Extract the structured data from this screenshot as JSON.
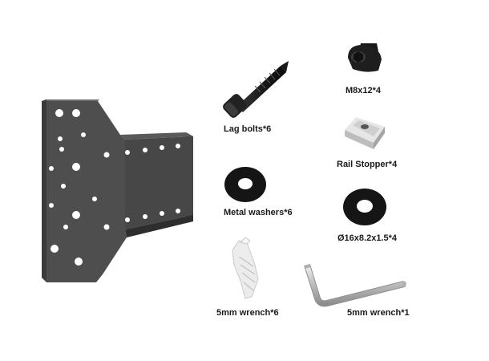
{
  "parts": {
    "lag_bolts": "Lag bolts*6",
    "m8_bolts": "M8x12*4",
    "rail_stopper": "Rail Stopper*4",
    "metal_washers": "Metal washers*6",
    "small_washers": "Ø16x8.2x1.5*4",
    "anchors": "5mm wrench*6",
    "hex_wrench": "5mm wrench*1"
  },
  "colors": {
    "bracket": "#4a4a4a",
    "bolt": "#1e1e1e",
    "washer": "#151515",
    "stopper": "#d6d6d6",
    "anchor": "#e8e8e8",
    "wrench": "#c9c9c9"
  }
}
